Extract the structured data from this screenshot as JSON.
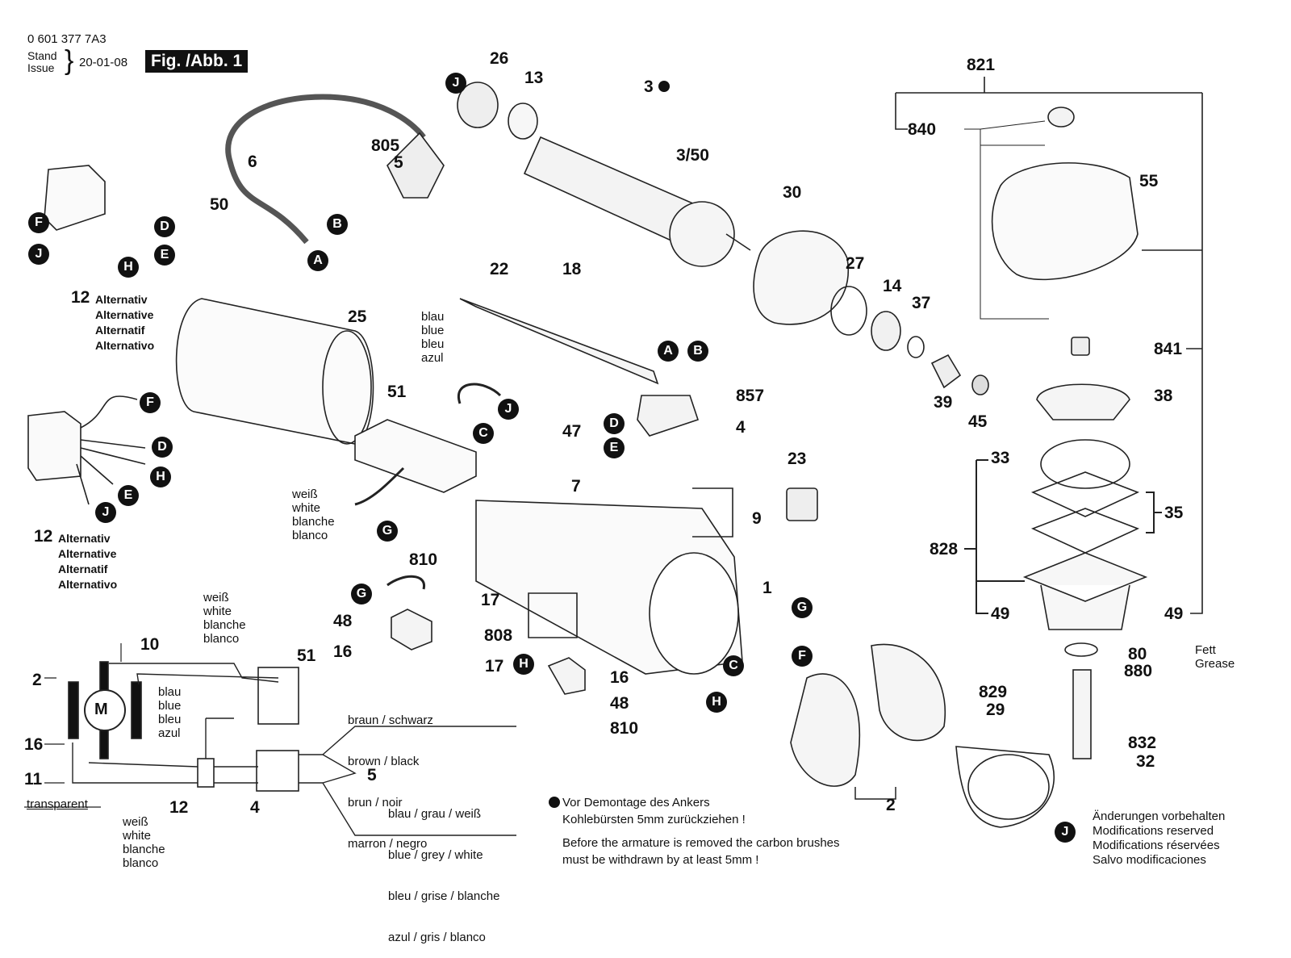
{
  "header": {
    "part_number": "0 601 377 7A3",
    "stand_label": "Stand",
    "issue_label": "Issue",
    "date": "20-01-08",
    "figure_label": "Fig. /Abb. 1"
  },
  "part_labels": {
    "p26": "26",
    "p13": "13",
    "p3": "3",
    "p3_50": "3/50",
    "p805": "805",
    "p5": "5",
    "p6": "6",
    "p50": "50",
    "p821": "821",
    "p840": "840",
    "p55": "55",
    "p30": "30",
    "p27": "27",
    "p14": "14",
    "p37": "37",
    "p22": "22",
    "p18": "18",
    "p25": "25",
    "p51": "51",
    "p857": "857",
    "p4": "4",
    "p47": "47",
    "p7": "7",
    "p39": "39",
    "p45": "45",
    "p841": "841",
    "p38": "38",
    "p33": "33",
    "p35": "35",
    "p828": "828",
    "p49a": "49",
    "p49b": "49",
    "p80": "80",
    "p880": "880",
    "p832": "832",
    "p32": "32",
    "p23": "23",
    "p9": "9",
    "p1": "1",
    "p810a": "810",
    "p17a": "17",
    "p48a": "48",
    "p16a": "16",
    "p808": "808",
    "p17b": "17",
    "p16b": "16",
    "p48b": "48",
    "p810b": "810",
    "p829": "829",
    "p29": "29",
    "p2": "2",
    "p12a": "12",
    "p12b": "12",
    "s10": "10",
    "s2": "2",
    "s16": "16",
    "s11": "11",
    "s51": "51",
    "s12": "12",
    "s4": "4",
    "s5": "5"
  },
  "connector_badges": {
    "J1": "J",
    "B1": "B",
    "A1": "A",
    "F1": "F",
    "D1": "D",
    "E1": "E",
    "J2": "J",
    "H1": "H",
    "F2": "F",
    "D2": "D",
    "H2": "H",
    "E2": "E",
    "J3": "J",
    "J4": "J",
    "C1": "C",
    "G1": "G",
    "A2": "A",
    "B2": "B",
    "D3": "D",
    "E3": "E",
    "G2": "G",
    "H3": "H",
    "G3": "G",
    "F3": "F",
    "C2": "C",
    "H4": "H",
    "J5": "J"
  },
  "alternative_labels": [
    "Alternativ",
    "Alternative",
    "Alternatif",
    "Alternativo"
  ],
  "wire_colors": {
    "blue": [
      "blau",
      "blue",
      "bleu",
      "azul"
    ],
    "white": [
      "weiß",
      "white",
      "blanche",
      "blanco"
    ],
    "brown_black": [
      "braun   / schwarz",
      "brown   / black",
      "brun     / noir",
      "marron / negro"
    ],
    "blue_grey_white": [
      "blau / grau / weiß",
      "blue / grey  / white",
      "bleu / grise / blanche",
      "azul / gris   / blanco"
    ],
    "transparent": "transparent",
    "motor_symbol": "M"
  },
  "grease": {
    "fett": "Fett",
    "grease": "Grease"
  },
  "notes": {
    "bullet_de_1": "Vor Demontage des Ankers",
    "bullet_de_2": "Kohlebürsten 5mm zurückziehen !",
    "en_1": "Before the armature is removed the carbon brushes",
    "en_2": "must be withdrawn by at least 5mm !"
  },
  "disclaimer": [
    "Änderungen vorbehalten",
    "Modifications reserved",
    "Modifications réservées",
    "Salvo modificaciones"
  ]
}
